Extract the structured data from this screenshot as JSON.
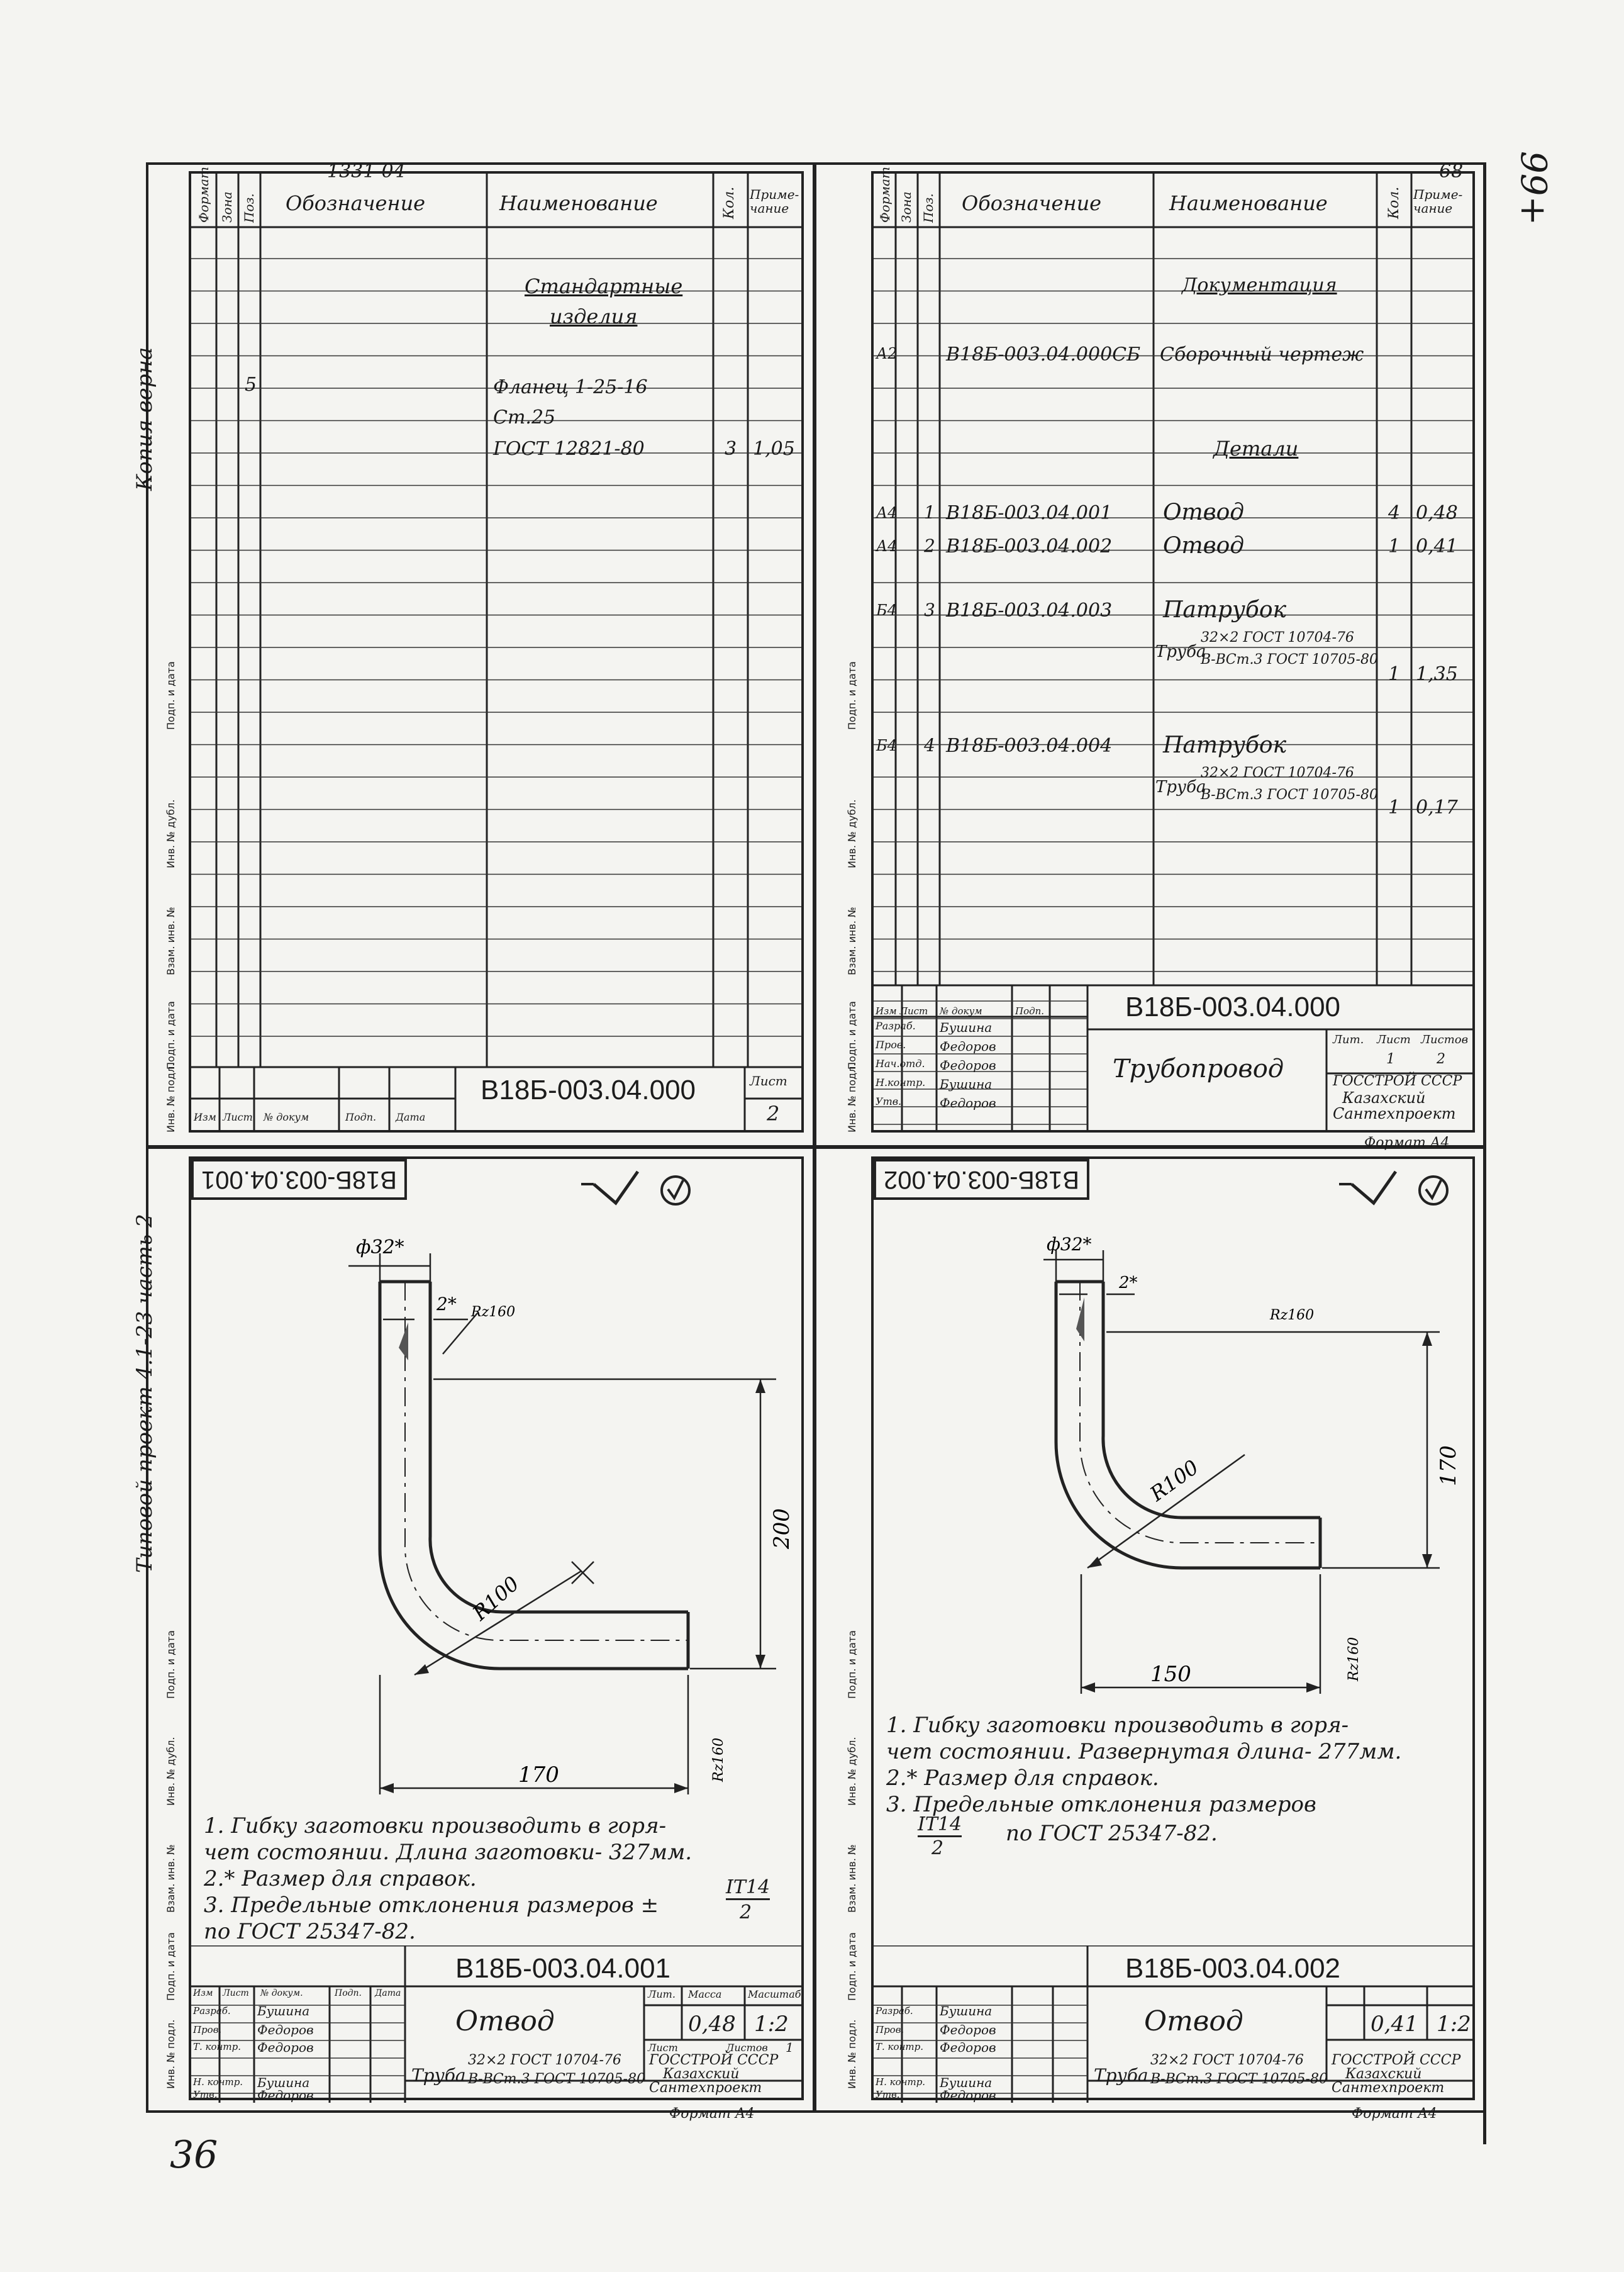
{
  "top_note": "1331-04",
  "sheet_number_top": "68",
  "handwritten_side": "99+",
  "page_corner": "36",
  "spec_headers": {
    "format": "Формат",
    "zone": "Зона",
    "pos": "Поз.",
    "designation": "Обозначение",
    "name": "Наименование",
    "qty": "Кол.",
    "note": "Приме-чание"
  },
  "left_spec": {
    "section_title_1": "Стандартные",
    "section_title_2": "изделия",
    "rows": [
      {
        "pos": "5",
        "name": "Фланец 1-25-16",
        "qty": "",
        "note": ""
      },
      {
        "pos": "",
        "name": "Ст.25",
        "qty": "",
        "note": ""
      },
      {
        "pos": "",
        "name": "ГОСТ 12821-80",
        "qty": "3",
        "note": "1,05"
      }
    ],
    "stamp_code": "В18Б-003.04.000",
    "stamp_sheet_label": "Лист",
    "stamp_sheet_no": "2",
    "stamp_cols": [
      "Изм",
      "Лист",
      "№ докум",
      "Подп.",
      "Дата"
    ]
  },
  "right_spec": {
    "section_docs": "Документация",
    "assembly_row": {
      "format": "А2",
      "designation": "В18Б-003.04.000СБ",
      "name": "Сборочный чертеж"
    },
    "section_parts": "Детали",
    "parts": [
      {
        "format": "А4",
        "pos": "1",
        "designation": "В18Б-003.04.001",
        "name": "Отвод",
        "qty": "4",
        "note": "0,48"
      },
      {
        "format": "А4",
        "pos": "2",
        "designation": "В18Б-003.04.002",
        "name": "Отвод",
        "qty": "1",
        "note": "0,41"
      },
      {
        "format": "Б4",
        "pos": "3",
        "designation": "В18Б-003.04.003",
        "name": "Патрубок",
        "material_1": "32×2 ГОСТ 10704-76",
        "material_2": "В-ВСт.3 ГОСТ 10705-80",
        "material_prefix": "Труба",
        "qty": "1",
        "note": "1,35"
      },
      {
        "format": "Б4",
        "pos": "4",
        "designation": "В18Б-003.04.004",
        "name": "Патрубок",
        "material_1": "32×2 ГОСТ 10704-76",
        "material_2": "В-ВСт.3 ГОСТ 10705-80",
        "material_prefix": "Труба",
        "qty": "1",
        "note": "0,17"
      }
    ],
    "stamp_code": "В18Б-003.04.000",
    "stamp_title": "Трубопровод",
    "lit": "Лит.",
    "list": "Лист",
    "lists": "Листов",
    "list_val": "1",
    "lists_val": "2",
    "org_1": "ГОССТРОЙ СССР",
    "org_2": "Казахский",
    "org_3": "Сантехпроект",
    "format_label": "Формат А4",
    "roles": [
      {
        "role": "Изм Лист",
        "name": "№ докум",
        "sign": "Подп."
      },
      {
        "role": "Разраб.",
        "name": "Бушина",
        "sign": ""
      },
      {
        "role": "Пров.",
        "name": "Федоров",
        "sign": ""
      },
      {
        "role": "Нач.отд.",
        "name": "Федоров",
        "sign": ""
      },
      {
        "role": "Н.контр.",
        "name": "Бушина",
        "sign": ""
      },
      {
        "role": "Утв.",
        "name": "Федоров",
        "sign": ""
      }
    ]
  },
  "drawing_1": {
    "code_mirrored": "В18Б-003.04.001",
    "dim_dia": "ф32*",
    "dim_wall": "2*",
    "dim_r": "R100",
    "dim_h": "200",
    "dim_w": "170",
    "rough_top": "Rz160",
    "rough_bottom": "Rz160",
    "notes": [
      "1. Гибку заготовки производить в горя-",
      "чет состоянии. Длина заготовки- 327мм.",
      "2.* Размер для справок.",
      "3. Предельные отклонения размеров ±",
      "по ГОСТ 25347-82."
    ],
    "tol_num": "IT14",
    "tol_den": "2",
    "stamp_code": "В18Б-003.04.001",
    "stamp_title": "Отвод",
    "mass": "0,48",
    "scale": "1:2",
    "mass_label": "Масса",
    "scale_label": "Масштаб",
    "lit_label": "Лит.",
    "sheet_label": "Лист",
    "sheets_label": "Листов",
    "sheets_val": "1",
    "material_prefix": "Труба",
    "material_1": "32×2 ГОСТ 10704-76",
    "material_2": "В-ВСт.3 ГОСТ 10705-80",
    "org_1": "ГОССТРОЙ СССР",
    "org_2": "Казахский",
    "org_3": "Сантехпроект",
    "format_label": "Формат А4",
    "roles": [
      "Разраб.",
      "Пров.",
      "Т. контр.",
      "",
      "Н. контр.",
      "Утв."
    ],
    "names": [
      "Бушина",
      "Федоров",
      "Федоров",
      "",
      "Бушина",
      "Федоров"
    ],
    "hdr": [
      "Изм",
      "Лист",
      "№ докум.",
      "Подп.",
      "Дата"
    ]
  },
  "drawing_2": {
    "code_mirrored": "В18Б-003.04.002",
    "dim_dia": "ф32*",
    "dim_wall": "2*",
    "dim_r": "R100",
    "dim_h": "170",
    "dim_w": "150",
    "rough_top": "Rz160",
    "rough_bottom": "Rz160",
    "notes": [
      "1. Гибку заготовки производить в горя-",
      "чет состоянии. Развернутая длина- 277мм.",
      "2.* Размер для справок.",
      "3. Предельные отклонения размеров",
      "по ГОСТ 25347-82."
    ],
    "tol_num": "IT14",
    "tol_den": "2",
    "stamp_code": "В18Б-003.04.002",
    "stamp_title": "Отвод",
    "mass": "0,41",
    "scale": "1:2",
    "material_prefix": "Труба",
    "material_1": "32×2 ГОСТ 10704-76",
    "material_2": "В-ВСт.3 ГОСТ 10705-80",
    "org_1": "ГОССТРОЙ СССР",
    "org_2": "Казахский",
    "org_3": "Сантехпроект",
    "format_label": "Формат А4",
    "roles": [
      "Разраб.",
      "Пров.",
      "Т. контр.",
      "",
      "Н. контр.",
      "Утв."
    ],
    "names": [
      "Бушина",
      "Федоров",
      "Федоров",
      "",
      "Бушина",
      "Федоров"
    ]
  },
  "side_binding": {
    "top": "Копия верна",
    "middle": "Типовой проект 4.1-23 часть 2",
    "labels": [
      "Подп. и дата",
      "Инв. № дубл.",
      "Взам. инв. №",
      "Подп. и дата",
      "Инв. № подл."
    ]
  }
}
